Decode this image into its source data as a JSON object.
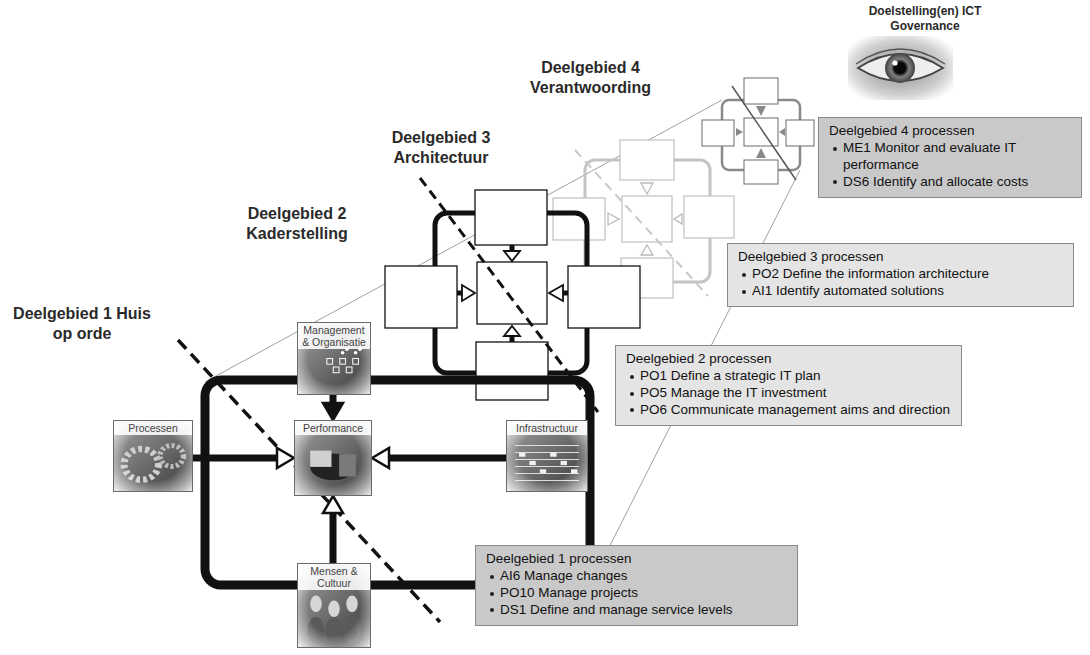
{
  "diagram": {
    "nodes": [
      {
        "text": [
          "Deelgebied 4 processen",
          "ME1 Monitor and evaluate IT performance",
          "DS6 Identify and allocate costs"
        ]
      },
      {
        "text": [
          "Deelgebied 3 processen",
          "PO2 Define the information architecture",
          "AI1 Identify automated solutions"
        ]
      },
      {
        "text": [
          "Deelgebied 2 processen",
          "PO1 Define a strategic IT plan",
          "PO5 Manage the IT investment",
          "PO6 Communicate management aims and direction"
        ]
      },
      {
        "text": [
          "Management & Organisatie"
        ]
      },
      {
        "text": [
          "Processen"
        ]
      },
      {
        "text": [
          "Performance"
        ]
      },
      {
        "text": [
          "Infrastructuur"
        ]
      },
      {
        "text": [
          "Mensen & Cultuur"
        ]
      },
      {
        "text": [
          "Deelgebied 1 processen",
          "AI6 Manage changes",
          "PO10 Manage projects",
          "DS1 Define and manage service levels"
        ]
      }
    ],
    "edges": [
      {
        "from": 3,
        "to": 5,
        "arrow": "to"
      },
      {
        "from": 4,
        "to": 5,
        "arrow": "to"
      },
      {
        "from": 6,
        "to": 5,
        "arrow": "to"
      },
      {
        "from": 7,
        "to": 5,
        "arrow": "to"
      }
    ],
    "labels": [
      "Doelstelling(en) ICT Governance",
      "Deelgebied 4 Verantwoording",
      "Deelgebied 3 Architectuur",
      "Deelgebied 2 Kaderstelling",
      "Deelgebied 1 Huis op orde"
    ]
  }
}
